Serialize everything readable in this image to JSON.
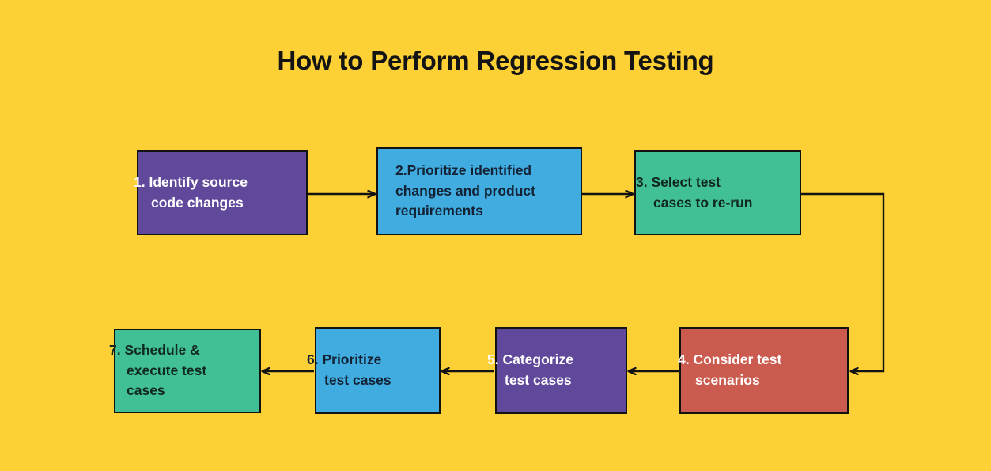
{
  "page": {
    "title": "How to Perform Regression Testing",
    "background_color": "#FDD035",
    "title_color": "#141414"
  },
  "palette": {
    "purple": "#60499B",
    "blue": "#41ACDF",
    "green": "#41C096",
    "red": "#CB5B4E",
    "outline": "#121212",
    "light_text": "#FFFFFF",
    "dark_text": "#132235"
  },
  "flowchart": {
    "type": "process-flow",
    "direction": "serpentine-left-to-right-then-right-to-left",
    "steps": [
      {
        "number": "1.",
        "label": "1. Identify source\ncode changes",
        "text": "Identify source code changes",
        "color": "purple",
        "text_color": "light"
      },
      {
        "number": "2.",
        "label": "2.Prioritize identified\nchanges and product\nrequirements",
        "text": "Prioritize identified changes and product requirements",
        "color": "blue",
        "text_color": "dark"
      },
      {
        "number": "3.",
        "label": "3. Select test\ncases to re-run",
        "text": "Select test cases to re-run",
        "color": "green",
        "text_color": "dark"
      },
      {
        "number": "4.",
        "label": "4. Consider test\nscenarios",
        "text": "Consider test scenarios",
        "color": "red",
        "text_color": "light"
      },
      {
        "number": "5.",
        "label": "5. Categorize\ntest cases",
        "text": "Categorize test cases",
        "color": "purple",
        "text_color": "light"
      },
      {
        "number": "6.",
        "label": "6. Prioritize\ntest cases",
        "text": "Prioritize test cases",
        "color": "blue",
        "text_color": "dark"
      },
      {
        "number": "7.",
        "label": "7. Schedule &\nexecute test\ncases",
        "text": "Schedule & execute test cases",
        "color": "green",
        "text_color": "dark"
      }
    ],
    "connectors": [
      {
        "from": "1",
        "to": "2",
        "shape": "straight",
        "direction": "right"
      },
      {
        "from": "2",
        "to": "3",
        "shape": "straight",
        "direction": "right"
      },
      {
        "from": "3",
        "to": "4",
        "shape": "elbow",
        "direction": "down-then-left"
      },
      {
        "from": "4",
        "to": "5",
        "shape": "straight",
        "direction": "left"
      },
      {
        "from": "5",
        "to": "6",
        "shape": "straight",
        "direction": "left"
      },
      {
        "from": "6",
        "to": "7",
        "shape": "straight",
        "direction": "left"
      }
    ]
  }
}
